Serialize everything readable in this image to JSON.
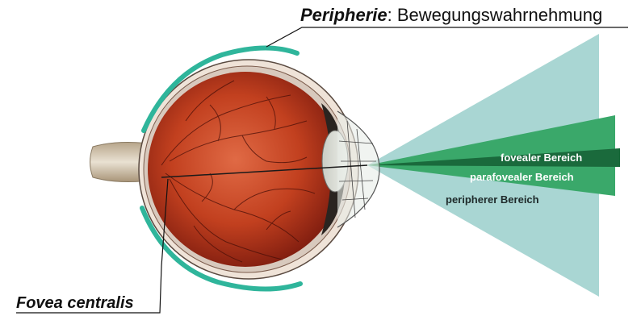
{
  "labels": {
    "periphery_term": "Peripherie",
    "periphery_desc": ": Bewegungswahrnehmung",
    "fovea": "Fovea centralis",
    "foveal_zone": "fovealer Bereich",
    "parafoveal_zone": "parafovealer Bereich",
    "peripheral_zone": "peripherer Bereich"
  },
  "colors": {
    "peripheral_field": "#a9d6d3",
    "parafoveal_field": "#3aa86a",
    "foveal_field": "#1a6a3c",
    "retina_band": "#2fb59b",
    "eyeball": "#b8321f"
  }
}
